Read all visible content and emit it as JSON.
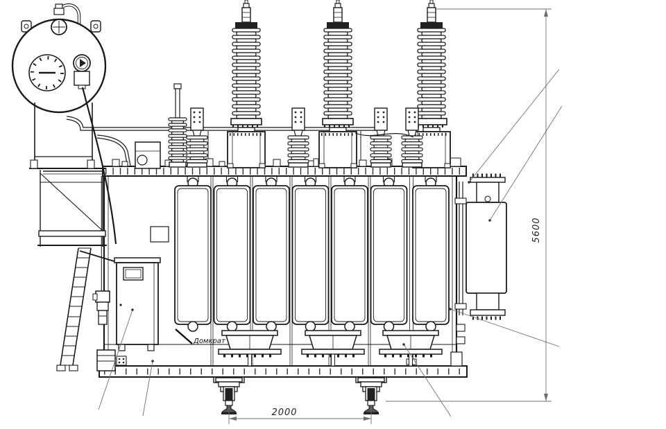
{
  "drawing": {
    "subject": "Power transformer side elevation engineering drawing"
  },
  "dimensions": {
    "overall_height": "5600",
    "wheel_spacing": "2000"
  },
  "labels": {
    "jack": "Домкрат"
  },
  "colors": {
    "background": "#ffffff",
    "line": "#1a1a1a",
    "dimension_line": "#6f6f6f",
    "text": "#222222"
  }
}
